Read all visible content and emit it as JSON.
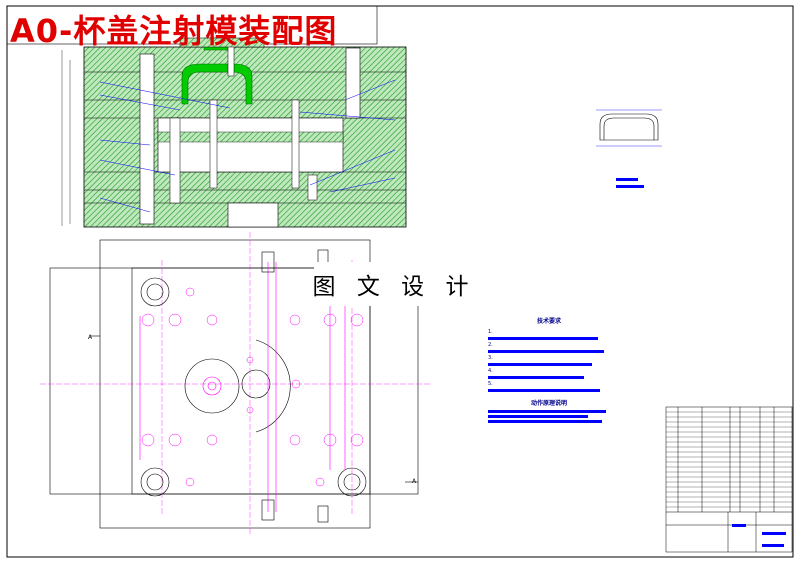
{
  "title": "A0-杯盖注射模装配图",
  "watermark": "图 文 设 计",
  "section_labels": {
    "left": "A",
    "right": "A"
  },
  "tech_notes": {
    "heading": "技术要求",
    "items": [
      "1.",
      "2.",
      "3.",
      "4.",
      "5."
    ],
    "action_heading": "动作原理说明"
  },
  "colors": {
    "outline": "#000000",
    "hatch": "#00aa00",
    "part": "#00cc00",
    "cooling": "#ff00ff",
    "dim": "#0000ff",
    "title": "#e00000"
  }
}
